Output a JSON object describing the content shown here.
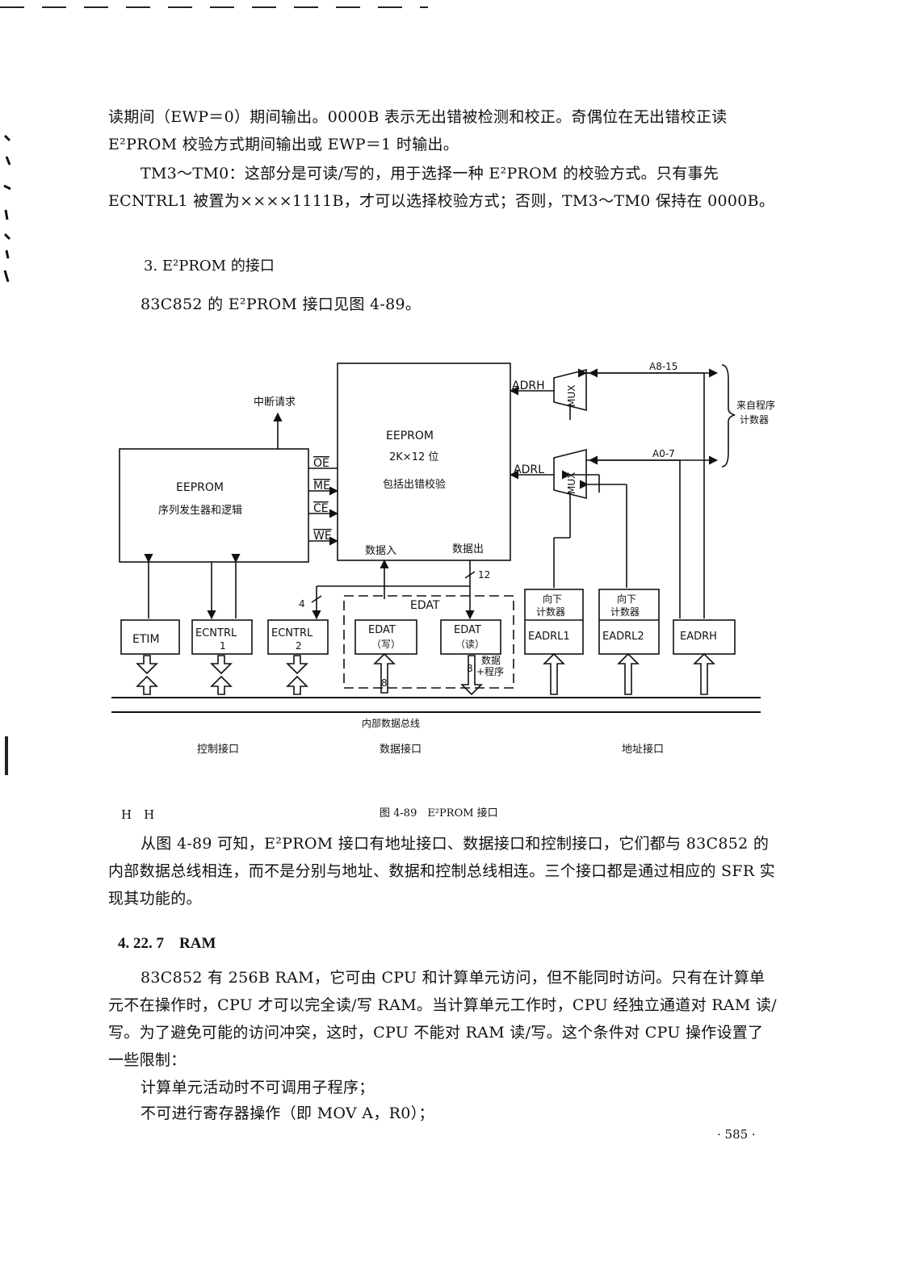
{
  "paragraphs": {
    "p1": "读期间（EWP＝0）期间输出。0000B 表示无出错被检测和校正。奇偶位在无出错校正读 E²PROM 校验方式期间输出或 EWP＝1 时输出。",
    "p2": "TM3～TM0：这部分是可读/写的，用于选择一种 E²PROM 的校验方式。只有事先 ECNTRL1 被置为××××1111B，才可以选择校验方式；否则，TM3～TM0 保持在 0000B。",
    "heading3": "3. E²PROM 的接口",
    "p3": "83C852 的 E²PROM 接口见图 4-89。",
    "p4": "从图 4-89 可知，E²PROM 接口有地址接口、数据接口和控制接口，它们都与 83C852 的内部数据总线相连，而不是分别与地址、数据和控制总线相连。三个接口都是通过相应的 SFR 实现其功能的。",
    "section": "4. 22. 7　RAM",
    "p5": "83C852 有 256B RAM，它可由 CPU 和计算单元访问，但不能同时访问。只有在计算单元不在操作时，CPU 才可以完全读/写 RAM。当计算单元工作时，CPU 经独立通道对 RAM 读/写。为了避免可能的访问冲突，这时，CPU 不能对 RAM 读/写。这个条件对 CPU 操作设置了一些限制：",
    "p6": "计算单元活动时不可调用子程序；",
    "p7": "不可进行寄存器操作（即 MOV A，R0）；"
  },
  "figure": {
    "caption": "图 4-89　E²PROM 接口",
    "hh": "H　H",
    "labels": {
      "interrupt": "中断请求",
      "eeprom_main_title": "EEPROM",
      "eeprom_main_size": "2K×12 位",
      "eeprom_main_desc": "包括出错校验",
      "data_in": "数据入",
      "data_out": "数据出",
      "seq_title": "EEPROM",
      "seq_desc": "序列发生器和逻辑",
      "oe": "OE",
      "me": "ME",
      "ce": "CE",
      "we": "WE",
      "adrh": "ADRH",
      "adrl": "ADRL",
      "mux": "MUX",
      "a815": "A8-15",
      "a07": "A0-7",
      "from_pc_1": "来自程序",
      "from_pc_2": "计数器",
      "bus_12": "12",
      "bus_4": "4",
      "edat_group": "EDAT",
      "etim": "ETIM",
      "ecntrl1_a": "ECNTRL",
      "ecntrl1_b": "1",
      "ecntrl2_a": "ECNTRL",
      "ecntrl2_b": "2",
      "edat_w_a": "EDAT",
      "edat_w_b": "（写）",
      "edat_r_a": "EDAT",
      "edat_r_b": "（读）",
      "data_prog_1": "数据",
      "data_prog_2": "+程序",
      "bus_8a": "8",
      "bus_8b": "8",
      "countdown1_a": "向下",
      "countdown1_b": "计数器",
      "countdown2_a": "向下",
      "countdown2_b": "计数器",
      "eadrl1": "EADRL1",
      "eadrl2": "EADRL2",
      "eadrh": "EADRH",
      "internal_bus": "内部数据总线",
      "ctrl_if": "控制接口",
      "data_if": "数据接口",
      "addr_if": "地址接口"
    }
  },
  "page_number": "· 585 ·"
}
